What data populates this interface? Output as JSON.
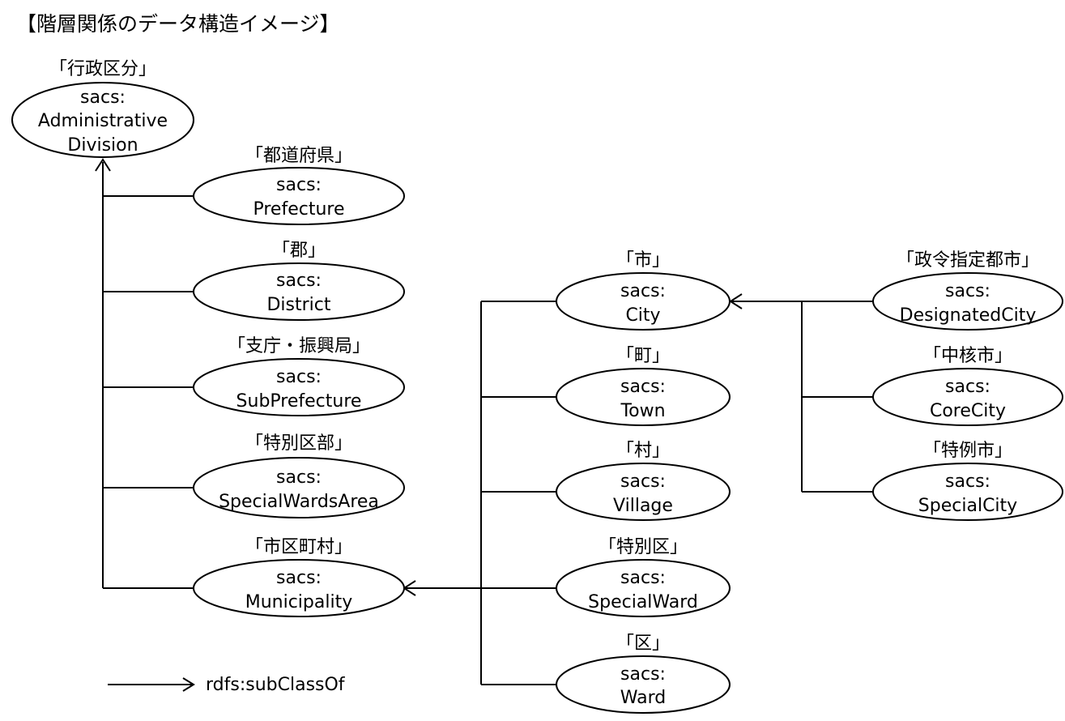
{
  "title": "【階層関係のデータ構造イメージ】",
  "nodes": [
    {
      "id": "admin",
      "jp": "「行政区分」",
      "line1": "sacs:",
      "line2": "Administrative",
      "line3": "Division"
    },
    {
      "id": "pref",
      "jp": "「都道府県」",
      "line1": "sacs:",
      "line2": "Prefecture"
    },
    {
      "id": "district",
      "jp": "「郡」",
      "line1": "sacs:",
      "line2": "District"
    },
    {
      "id": "subpref",
      "jp": "「支庁・振興局」",
      "line1": "sacs:",
      "line2": "SubPrefecture"
    },
    {
      "id": "swa",
      "jp": "「特別区部」",
      "line1": "sacs:",
      "line2": "SpecialWardsArea"
    },
    {
      "id": "muni",
      "jp": "「市区町村」",
      "line1": "sacs:",
      "line2": "Municipality"
    },
    {
      "id": "city",
      "jp": "「市」",
      "line1": "sacs:",
      "line2": "City"
    },
    {
      "id": "town",
      "jp": "「町」",
      "line1": "sacs:",
      "line2": "Town"
    },
    {
      "id": "village",
      "jp": "「村」",
      "line1": "sacs:",
      "line2": "Village"
    },
    {
      "id": "sward",
      "jp": "「特別区」",
      "line1": "sacs:",
      "line2": "SpecialWard"
    },
    {
      "id": "ward",
      "jp": "「区」",
      "line1": "sacs:",
      "line2": "Ward"
    },
    {
      "id": "dcity",
      "jp": "「政令指定都市」",
      "line1": "sacs:",
      "line2": "DesignatedCity"
    },
    {
      "id": "ccity",
      "jp": "「中核市」",
      "line1": "sacs:",
      "line2": "CoreCity"
    },
    {
      "id": "spcity",
      "jp": "「特例市」",
      "line1": "sacs:",
      "line2": "SpecialCity"
    }
  ],
  "edges": [
    {
      "from": "pref",
      "to": "admin"
    },
    {
      "from": "district",
      "to": "admin"
    },
    {
      "from": "subpref",
      "to": "admin"
    },
    {
      "from": "swa",
      "to": "admin"
    },
    {
      "from": "muni",
      "to": "admin"
    },
    {
      "from": "city",
      "to": "muni"
    },
    {
      "from": "town",
      "to": "muni"
    },
    {
      "from": "village",
      "to": "muni"
    },
    {
      "from": "sward",
      "to": "muni"
    },
    {
      "from": "ward",
      "to": "muni"
    },
    {
      "from": "dcity",
      "to": "city"
    },
    {
      "from": "ccity",
      "to": "city"
    },
    {
      "from": "spcity",
      "to": "city"
    }
  ],
  "legend": {
    "label": "rdfs:subClassOf"
  }
}
